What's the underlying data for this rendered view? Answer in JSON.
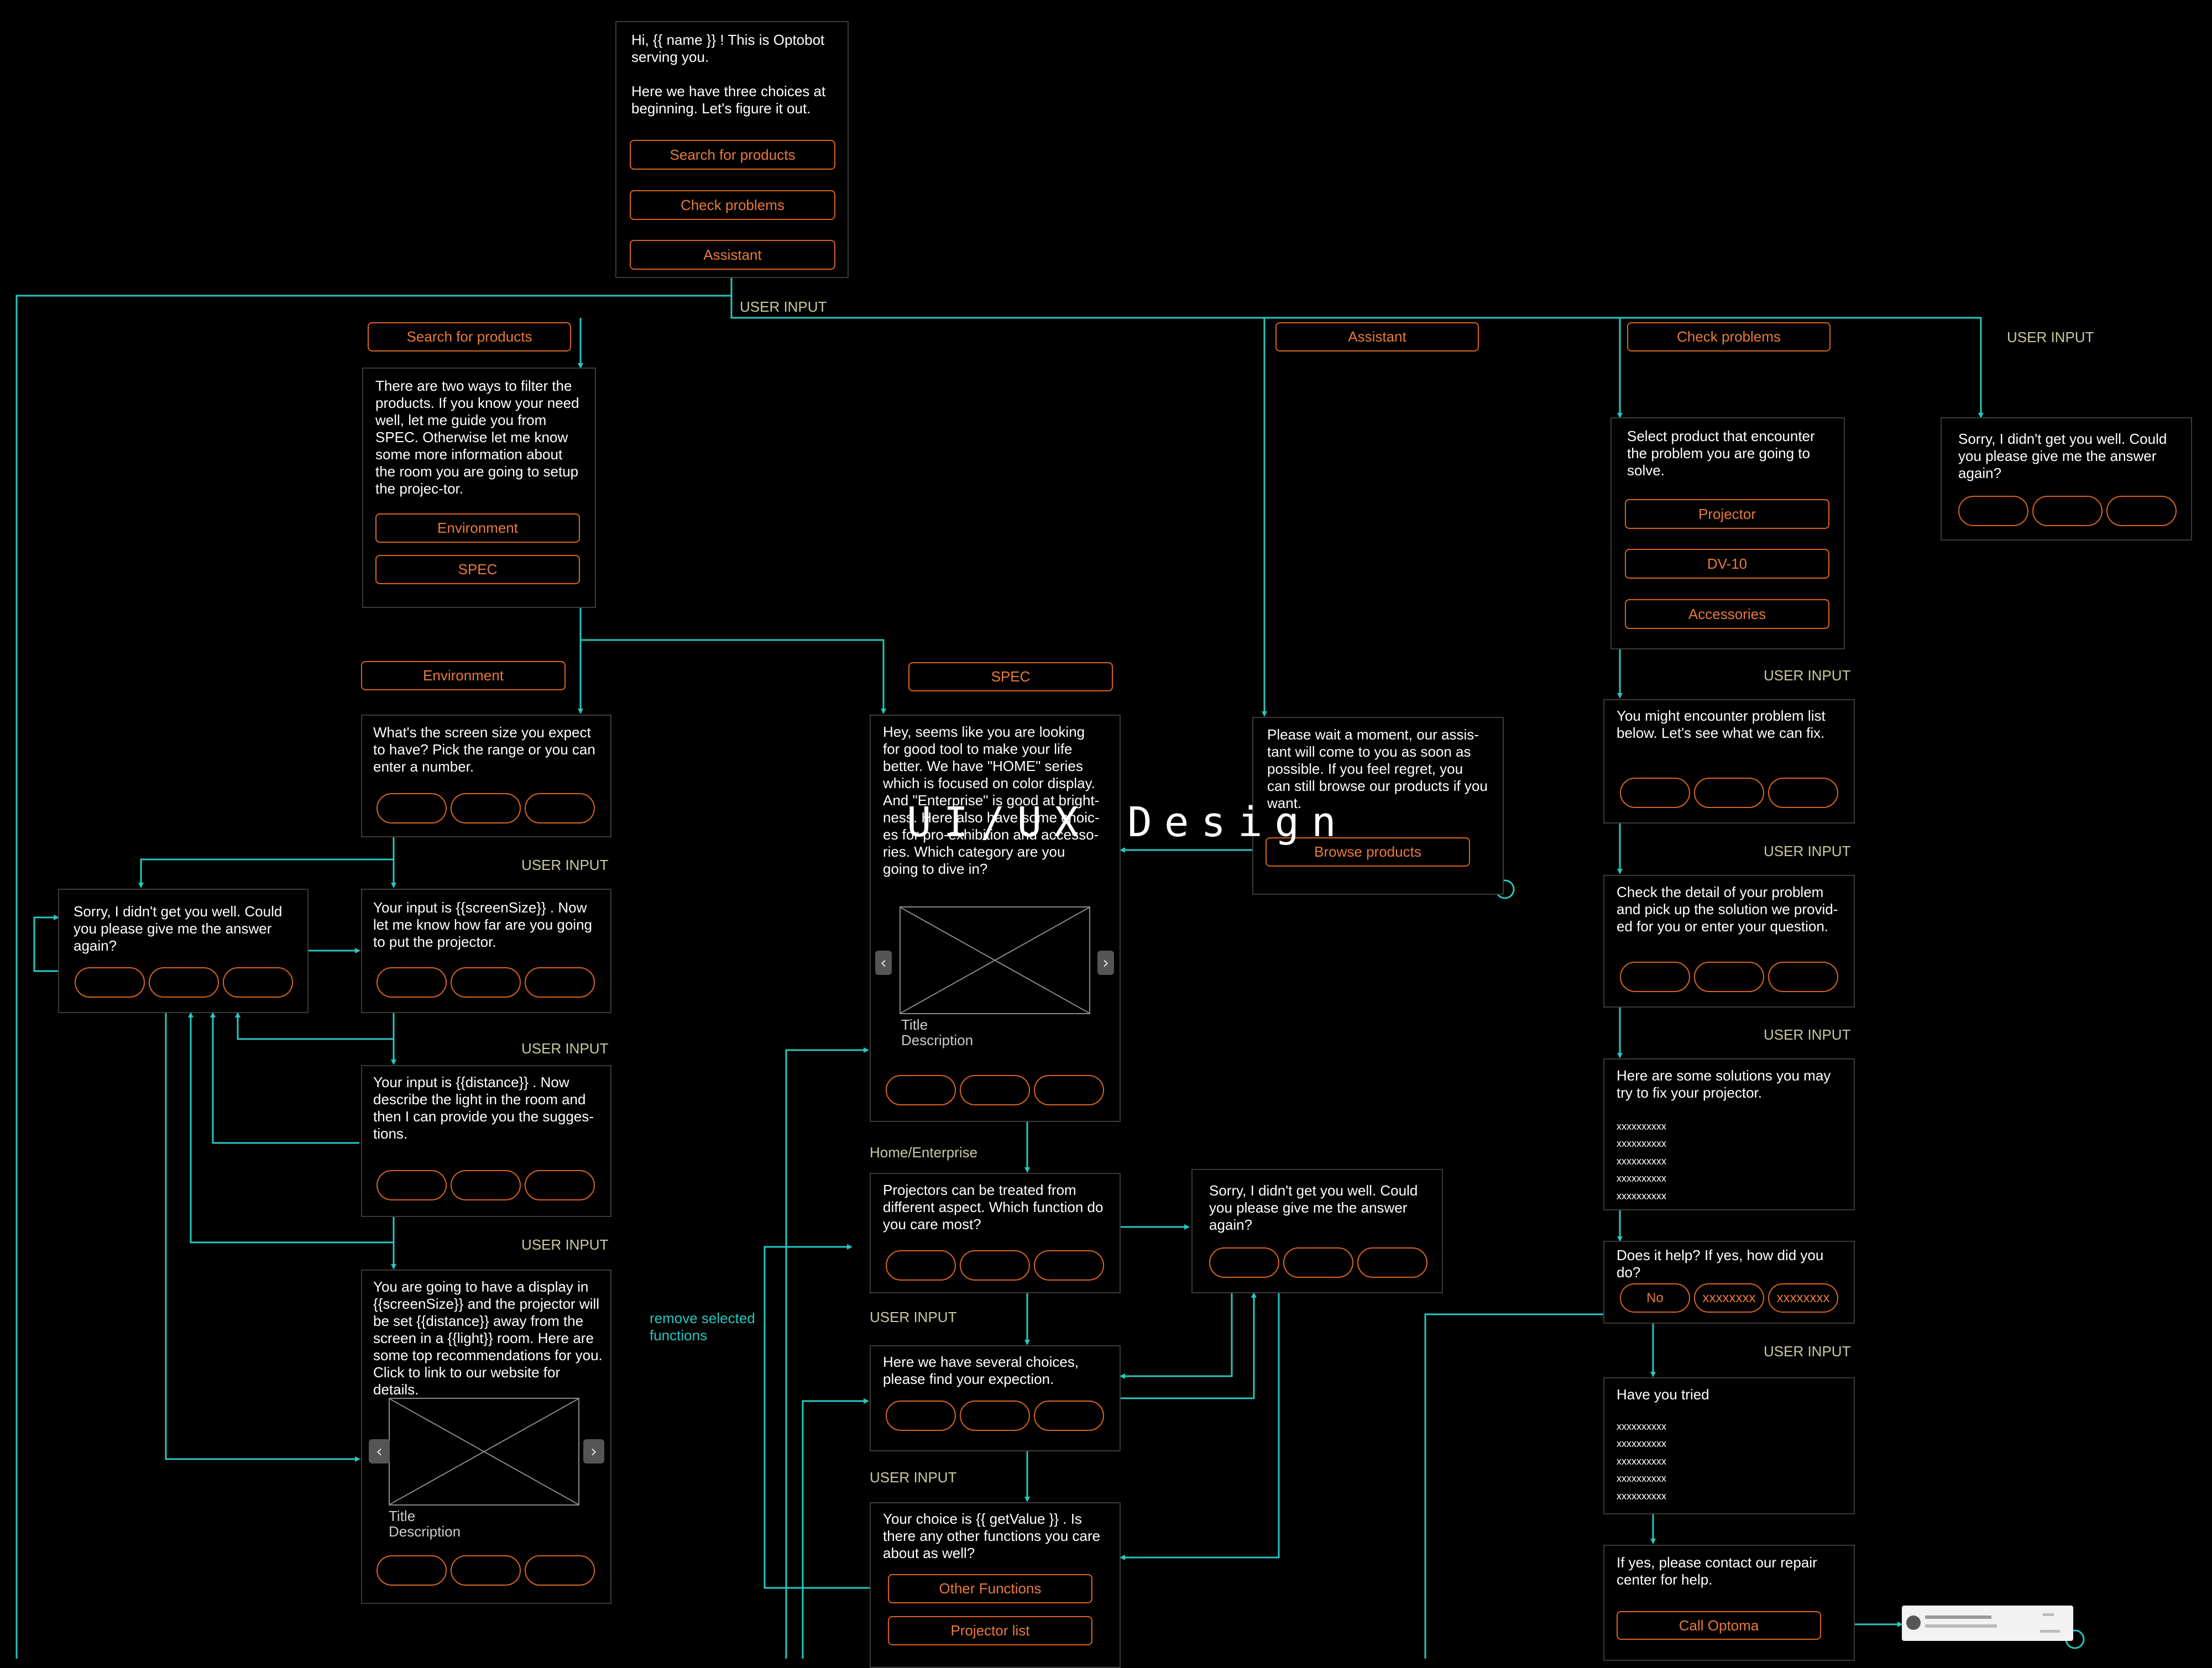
{
  "watermark": "UI/UX Design",
  "labels": {
    "user_input": "USER INPUT",
    "home_enterprise": "Home/Enterprise",
    "remove_selected": "remove selected\nfunctions"
  },
  "welcome": {
    "text": "Hi,  {{ name }} ! This is Optobot serving you.\n\nHere we have three choices at beginning. Let's figure it out.",
    "buttons": [
      "Search for products",
      "Check problems",
      "Assistant"
    ]
  },
  "branch_buttons": {
    "search": "Search for products",
    "assistant": "Assistant",
    "check": "Check problems",
    "environment": "Environment",
    "spec": "SPEC"
  },
  "search_card": {
    "text": "There are two ways to filter the products. If you know your need well, let me guide you from SPEC. Otherwise let me know some more information about the room you are going to setup the projec-tor.",
    "buttons": [
      "Environment",
      "SPEC"
    ]
  },
  "screen_size": {
    "text": "What's the screen size you expect to have? Pick the range or you can enter a number."
  },
  "sorry": {
    "text": "Sorry, I didn't get you well. Could you please give me the answer again?"
  },
  "input_screen": {
    "text": "Your input is {{screenSize}} . Now let me know how far are you going to put the projector."
  },
  "input_distance": {
    "text": "Your input is {{distance}} . Now describe the light in the room and then I can provide you the sugges-tions."
  },
  "display_result": {
    "text": "You are going to have a display in {{screenSize}} and the projector will be set {{distance}} away from the screen in a {{light}} room. Here are some top recommendations for you. Click to link to our website for details.",
    "caption": "Title\nDescription"
  },
  "spec_card": {
    "text": "Hey, seems like you are looking for good tool to make your life better. We have \"HOME\" series which is focused on color display. And \"Enterprise\" is good at bright-ness. Here also have some choic-es for pro-exhibition and accesso-ries. Which category are you going to dive in?",
    "caption": "Title\nDescription"
  },
  "function_card": {
    "text": "Projectors can be treated from different aspect. Which function do you care most?"
  },
  "choices_card": {
    "text": "Here we have several choices, please find your expection."
  },
  "getvalue_card": {
    "text": "Your choice is  {{ getValue }} . Is there any other functions you care about as well?",
    "buttons": [
      "Other Functions",
      "Projector list"
    ]
  },
  "assistant_card": {
    "text": "Please wait a moment, our assis-tant will come to you as soon as possible. If you feel regret, you can still browse our products if you want.",
    "button": "Browse products"
  },
  "select_product": {
    "text": "Select product that encounter the problem you are going to solve.",
    "buttons": [
      "Projector",
      "DV-10",
      "Accessories"
    ]
  },
  "problem_list": {
    "text": "You might encounter problem list below. Let's see what we can fix."
  },
  "problem_detail": {
    "text": "Check the detail of your problem and pick up the solution we provid-ed for you or enter your question."
  },
  "solutions": {
    "text": "Here are some solutions you may try to fix your projector.",
    "items": [
      "xxxxxxxxxx",
      "xxxxxxxxxx",
      "xxxxxxxxxx",
      "xxxxxxxxxx",
      "xxxxxxxxxx"
    ]
  },
  "help": {
    "text": "Does it help? If yes, how did you do?",
    "options": [
      "No",
      "xxxxxxxx",
      "xxxxxxxx"
    ]
  },
  "tried": {
    "text": "Have you tried",
    "items": [
      "xxxxxxxxxx",
      "xxxxxxxxxx",
      "xxxxxxxxxx",
      "xxxxxxxxxx",
      "xxxxxxxxxx"
    ]
  },
  "contact": {
    "text": "If yes, please contact our repair center for help.",
    "button": "Call Optoma"
  },
  "colors": {
    "line": "#27c7c0",
    "accent": "#e87a3c",
    "border": "#d9651e"
  }
}
